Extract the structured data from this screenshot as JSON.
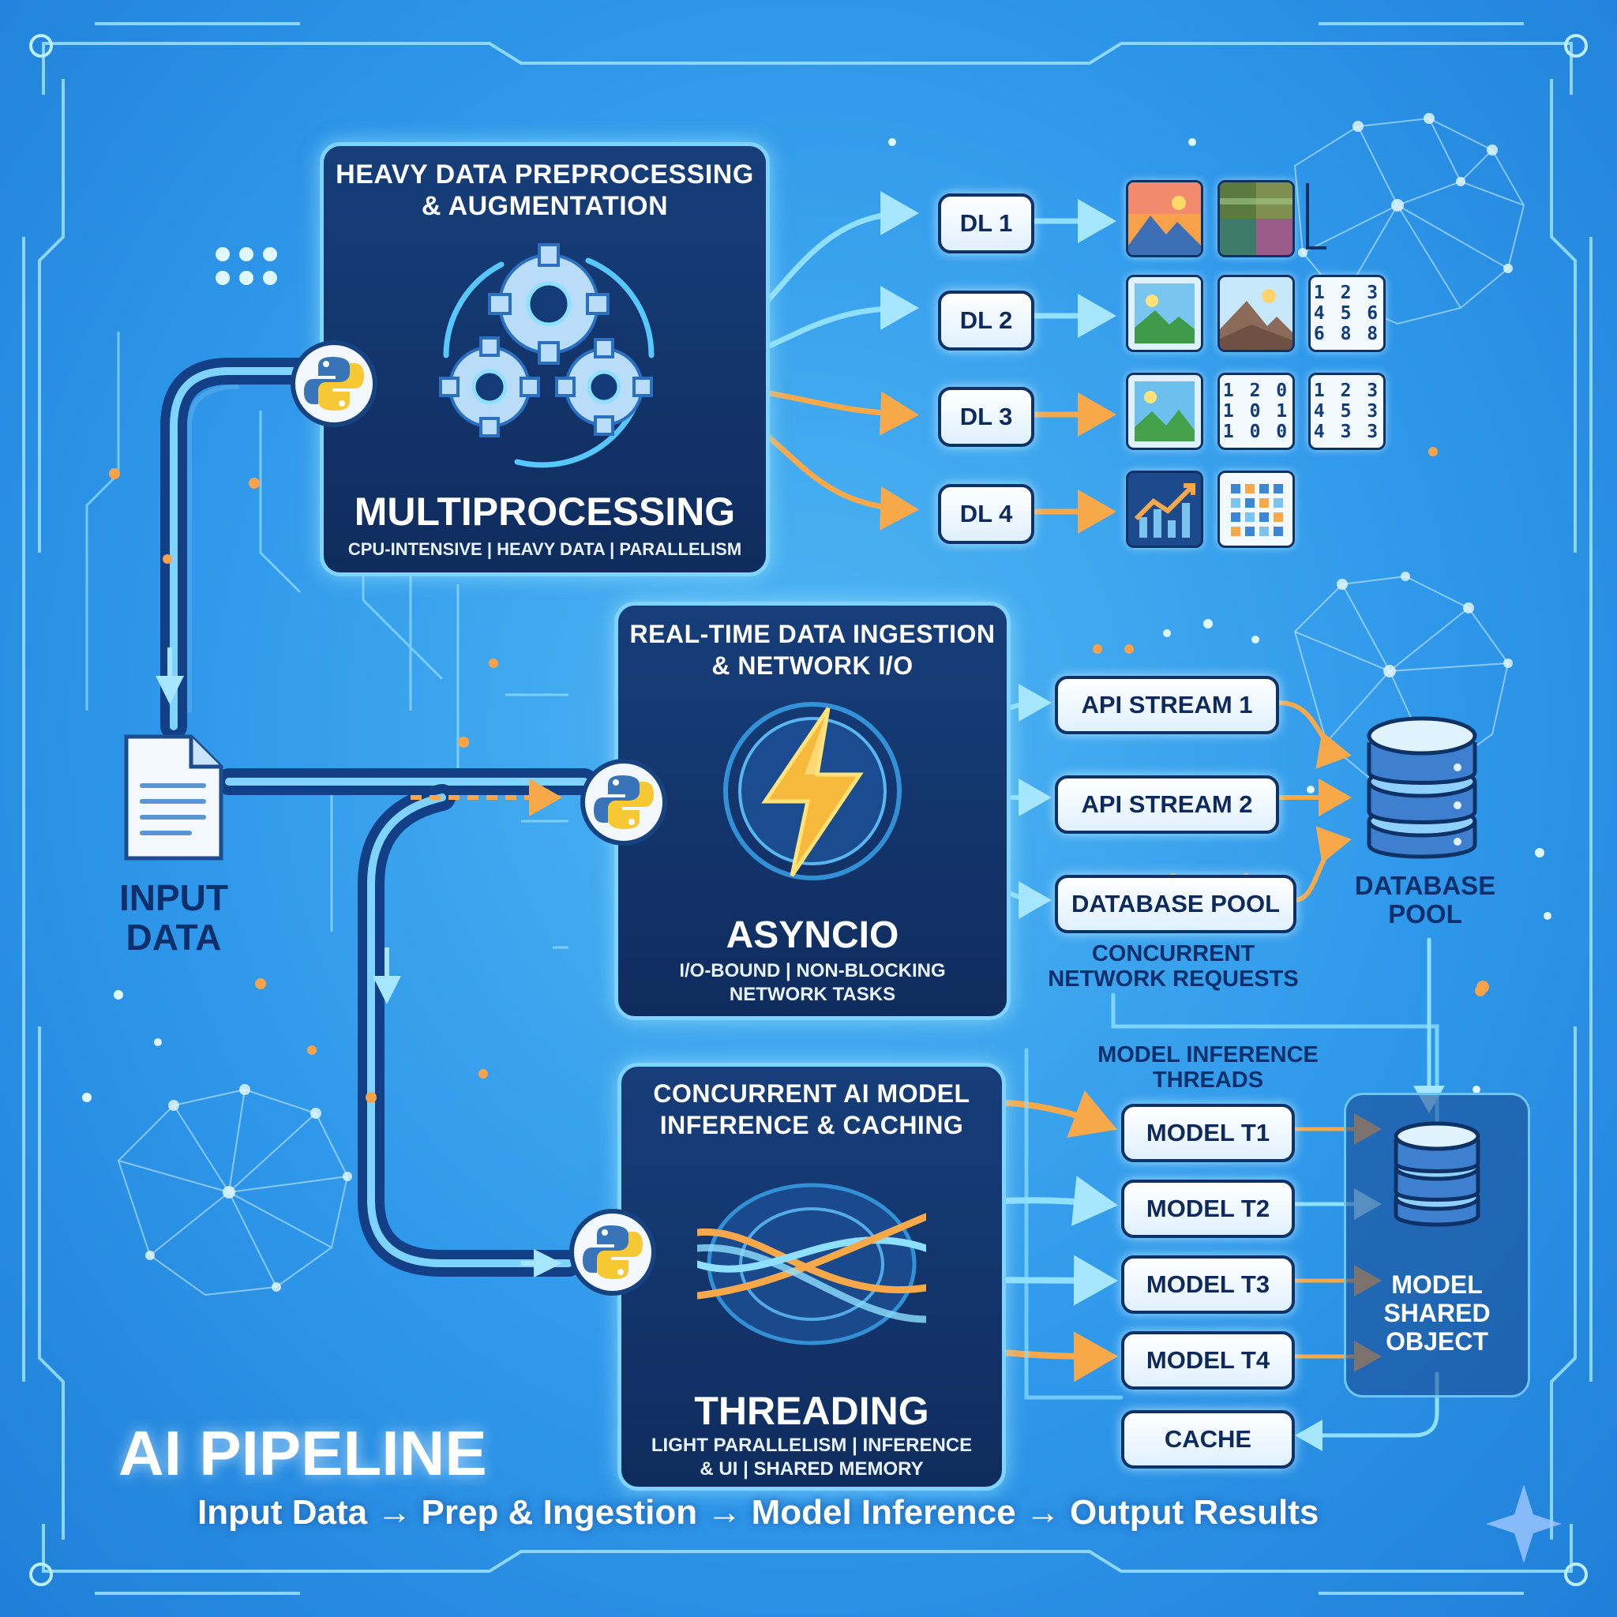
{
  "input": {
    "label_line1": "INPUT",
    "label_line2": "DATA"
  },
  "multiprocessing": {
    "title_line1": "HEAVY DATA PREPROCESSING",
    "title_line2": "& AUGMENTATION",
    "name": "MULTIPROCESSING",
    "subtitle": "CPU-INTENSIVE | HEAVY DATA | PARALLELISM",
    "loaders": [
      "DL 1",
      "DL 2",
      "DL 3",
      "DL 4"
    ],
    "number_grids": {
      "dl2_grid": [
        "1 2 3",
        "4 5 6",
        "6 8 8"
      ],
      "dl3_grid_a": [
        "1 2 0",
        "1 0 1",
        "1 0 0"
      ],
      "dl3_grid_b": [
        "1 2 3",
        "4 5 3",
        "4 3 3"
      ]
    }
  },
  "asyncio": {
    "title_line1": "REAL-TIME DATA INGESTION",
    "title_line2": "& NETWORK I/O",
    "name": "ASYNCIO",
    "subtitle_line1": "I/O-BOUND | NON-BLOCKING",
    "subtitle_line2": "NETWORK TASKS",
    "streams": [
      "API STREAM 1",
      "API STREAM 2",
      "DATABASE POOL"
    ],
    "db_label_line1": "DATABASE",
    "db_label_line2": "POOL",
    "note_line1": "CONCURRENT",
    "note_line2": "NETWORK REQUESTS"
  },
  "threading": {
    "title_line1": "CONCURRENT AI MODEL",
    "title_line2": "INFERENCE & CACHING",
    "name": "THREADING",
    "subtitle_line1": "LIGHT PARALLELISM | INFERENCE",
    "subtitle_line2": "& UI | SHARED MEMORY",
    "threads_label_line1": "MODEL INFERENCE",
    "threads_label_line2": "THREADS",
    "models": [
      "MODEL T1",
      "MODEL T2",
      "MODEL T3",
      "MODEL T4"
    ],
    "cache": "CACHE",
    "shared_line1": "MODEL",
    "shared_line2": "SHARED",
    "shared_line3": "OBJECT"
  },
  "footer": {
    "title": "AI PIPELINE",
    "flow": "Input Data → Prep & Ingestion → Model Inference → Output Results"
  },
  "colors": {
    "background": "#2f98ea",
    "panel": "#133670",
    "panel_border": "#7fd4ff",
    "orange_flow": "#f7a94a",
    "blue_flow": "#8fe0ff",
    "chip_text": "#0e2a5c"
  },
  "icons": [
    "python-logo-icon",
    "gears-icon",
    "lightning-bolt-icon",
    "document-icon",
    "database-icon",
    "brain-network-icon",
    "sparkle-icon"
  ]
}
